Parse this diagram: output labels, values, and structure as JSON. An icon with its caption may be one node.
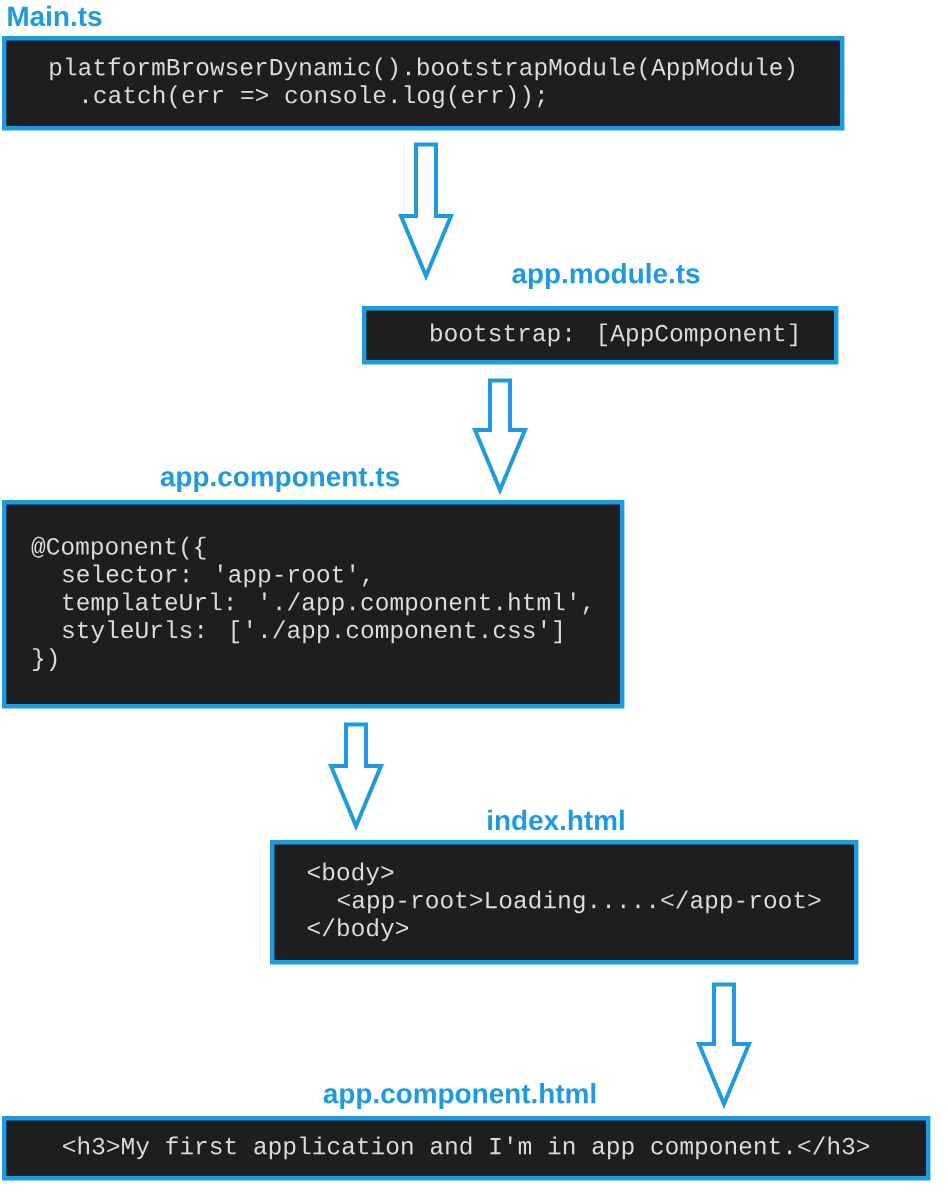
{
  "diagram": {
    "nodes": [
      {
        "text": [
          "Main.ts",
          "platformBrowserDynamic().bootstrapModule(AppModule)",
          ".catch(err => console.log(err));"
        ]
      },
      {
        "text": [
          "app.module.ts",
          "bootstrap: [AppComponent]"
        ]
      },
      {
        "text": [
          "app.component.ts",
          "@Component({",
          "selector: 'app-root',",
          "templateUrl: './app.component.html',",
          "styleUrls: ['./app.component.css']",
          "})"
        ]
      },
      {
        "text": [
          "index.html",
          "<body>",
          "<app-root>Loading.....</app-root>",
          "</body>"
        ]
      },
      {
        "text": [
          "app.component.html",
          "<h3>My first application and I'm in app component.</h3>"
        ]
      }
    ],
    "edges": [
      {
        "from": 0,
        "to": 1,
        "arrow": "to"
      },
      {
        "from": 1,
        "to": 2,
        "arrow": "to"
      },
      {
        "from": 2,
        "to": 3,
        "arrow": "to"
      },
      {
        "from": 3,
        "to": 4,
        "arrow": "to"
      }
    ]
  }
}
